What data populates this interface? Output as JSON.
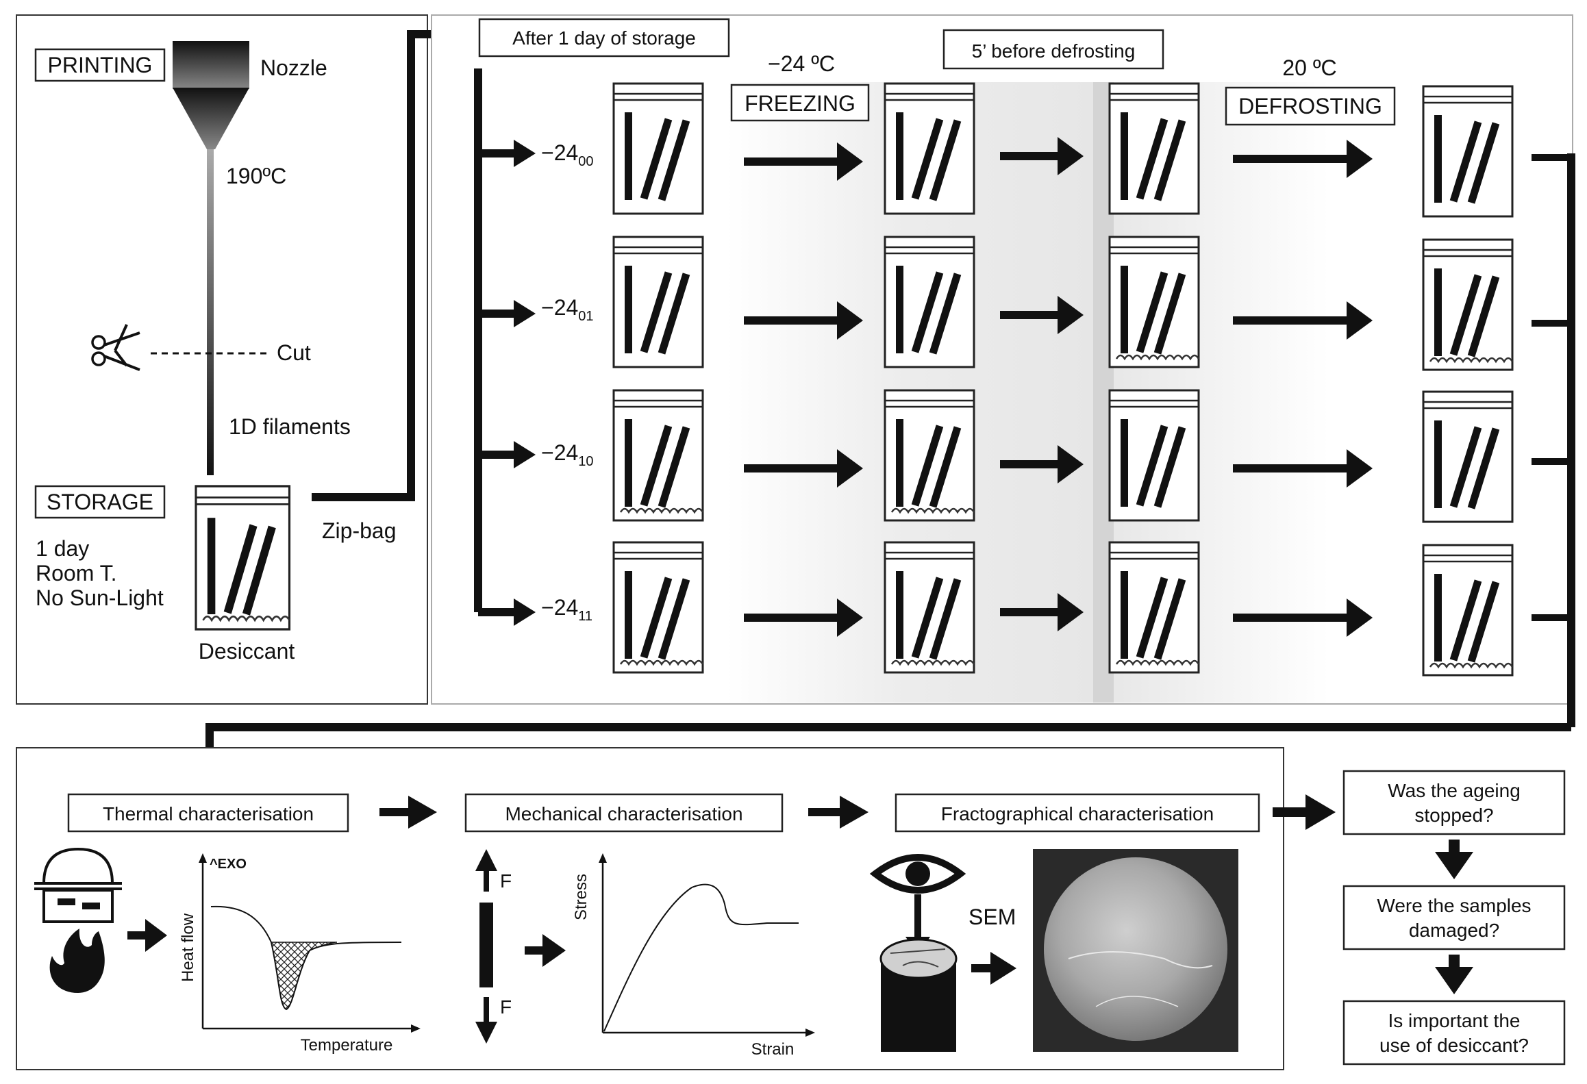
{
  "printing": {
    "title": "PRINTING",
    "nozzle": "Nozzle",
    "temp": "190ºC",
    "cut": "Cut",
    "filaments": "1D filaments"
  },
  "storage": {
    "title": "STORAGE",
    "line1": "1 day",
    "line2": "Room T.",
    "line3": "No Sun-Light",
    "desiccant": "Desiccant",
    "zipbag": "Zip-bag"
  },
  "process": {
    "after_storage": "After 1 day of storage",
    "freeze_temp": "−24 ºC",
    "freezing": "FREEZING",
    "before_defrost": "5’ before defrosting",
    "defrost_temp": "20 ºC",
    "defrosting": "DEFROSTING",
    "rows": [
      {
        "base": "−24",
        "sub": "00"
      },
      {
        "base": "−24",
        "sub": "01"
      },
      {
        "base": "−24",
        "sub": "10"
      },
      {
        "base": "−24",
        "sub": "11"
      }
    ]
  },
  "characterisation": {
    "thermal": "Thermal characterisation",
    "mechanical": "Mechanical characterisation",
    "fracto": "Fractographical characterisation",
    "exo": "^EXO",
    "heat_flow": "Heat flow",
    "temperature": "Temperature",
    "force": "F",
    "stress": "Stress",
    "strain": "Strain",
    "sem": "SEM"
  },
  "questions": {
    "q1_l1": "Was the ageing",
    "q1_l2": "stopped?",
    "q2_l1": "Were the samples",
    "q2_l2": "damaged?",
    "q3_l1": "Is important the",
    "q3_l2": "use of desiccant?"
  }
}
